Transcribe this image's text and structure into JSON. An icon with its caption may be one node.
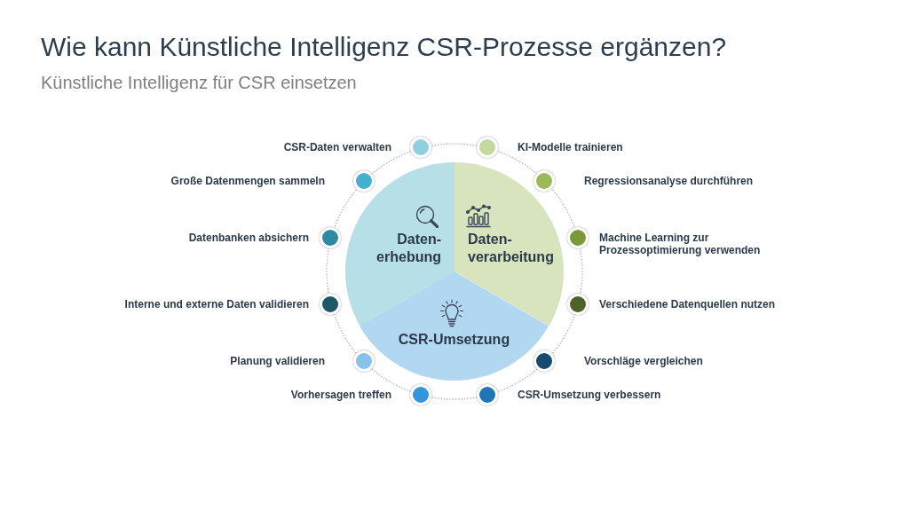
{
  "diagram": {
    "title": "Wie kann Künstliche Intelligenz CSR-Prozesse ergänzen?",
    "nodes": [
      {
        "text": [
          "Daten- erhebung"
        ]
      },
      {
        "text": [
          "Daten- verarbeitung"
        ]
      },
      {
        "text": [
          "CSR-Umsetzung"
        ]
      }
    ],
    "labels": [
      "Künstliche Intelligenz für CSR einsetzen",
      "CSR-Daten verwalten",
      "KI-Modelle trainieren",
      "Große Datenmengen sammeln",
      "Regressionsanalyse durchführen",
      "Datenbanken absichern",
      "Machine Learning zur Prozessoptimierung verwenden",
      "Interne und externe Daten validieren",
      "Verschiedene Datenquellen nutzen",
      "Planung validieren",
      "Vorschläge vergleichen",
      "Vorhersagen treffen",
      "CSR-Umsetzung verbessern"
    ]
  }
}
